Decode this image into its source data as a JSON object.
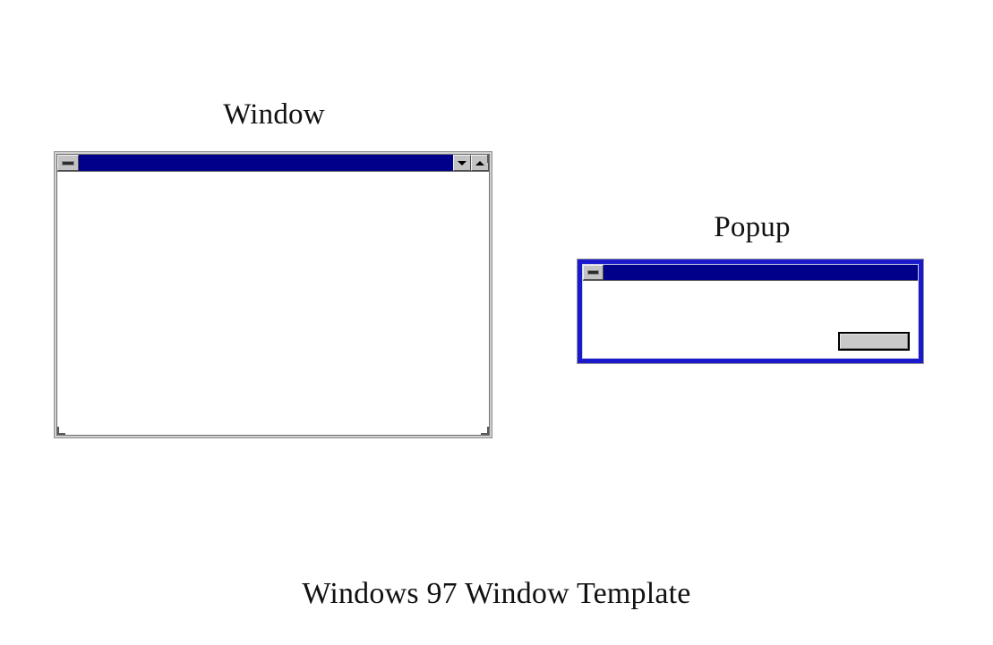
{
  "page": {
    "background_color": "#ffffff",
    "footer_caption": "Windows 97 Window Template"
  },
  "labels": {
    "window_caption": "Window",
    "popup_caption": "Popup"
  },
  "colors": {
    "titlebar_blue": "#00008b",
    "popup_border_blue": "#1a1acc",
    "chrome_gray": "#c3c3c3",
    "client_white": "#ffffff",
    "border_gray": "#8d8d8d",
    "text_black": "#111111"
  },
  "main_window": {
    "name": "Window",
    "title_text": "",
    "titlebar": {
      "sysmenu": {
        "icon": "system-menu-box-icon",
        "label": ""
      },
      "buttons": [
        {
          "icon": "triangle-down-icon",
          "glyph": "▼",
          "name": "minimize",
          "label": ""
        },
        {
          "icon": "triangle-up-icon",
          "glyph": "▲",
          "name": "maximize",
          "label": ""
        }
      ]
    },
    "client_text": "",
    "resize_grips": [
      "bottom-left",
      "bottom-right",
      "top-right"
    ]
  },
  "popup_window": {
    "name": "Popup",
    "title_text": "",
    "titlebar": {
      "sysmenu": {
        "icon": "system-menu-box-icon",
        "label": ""
      },
      "buttons": []
    },
    "client_text": "",
    "default_button": {
      "label": "",
      "is_default": true
    }
  }
}
